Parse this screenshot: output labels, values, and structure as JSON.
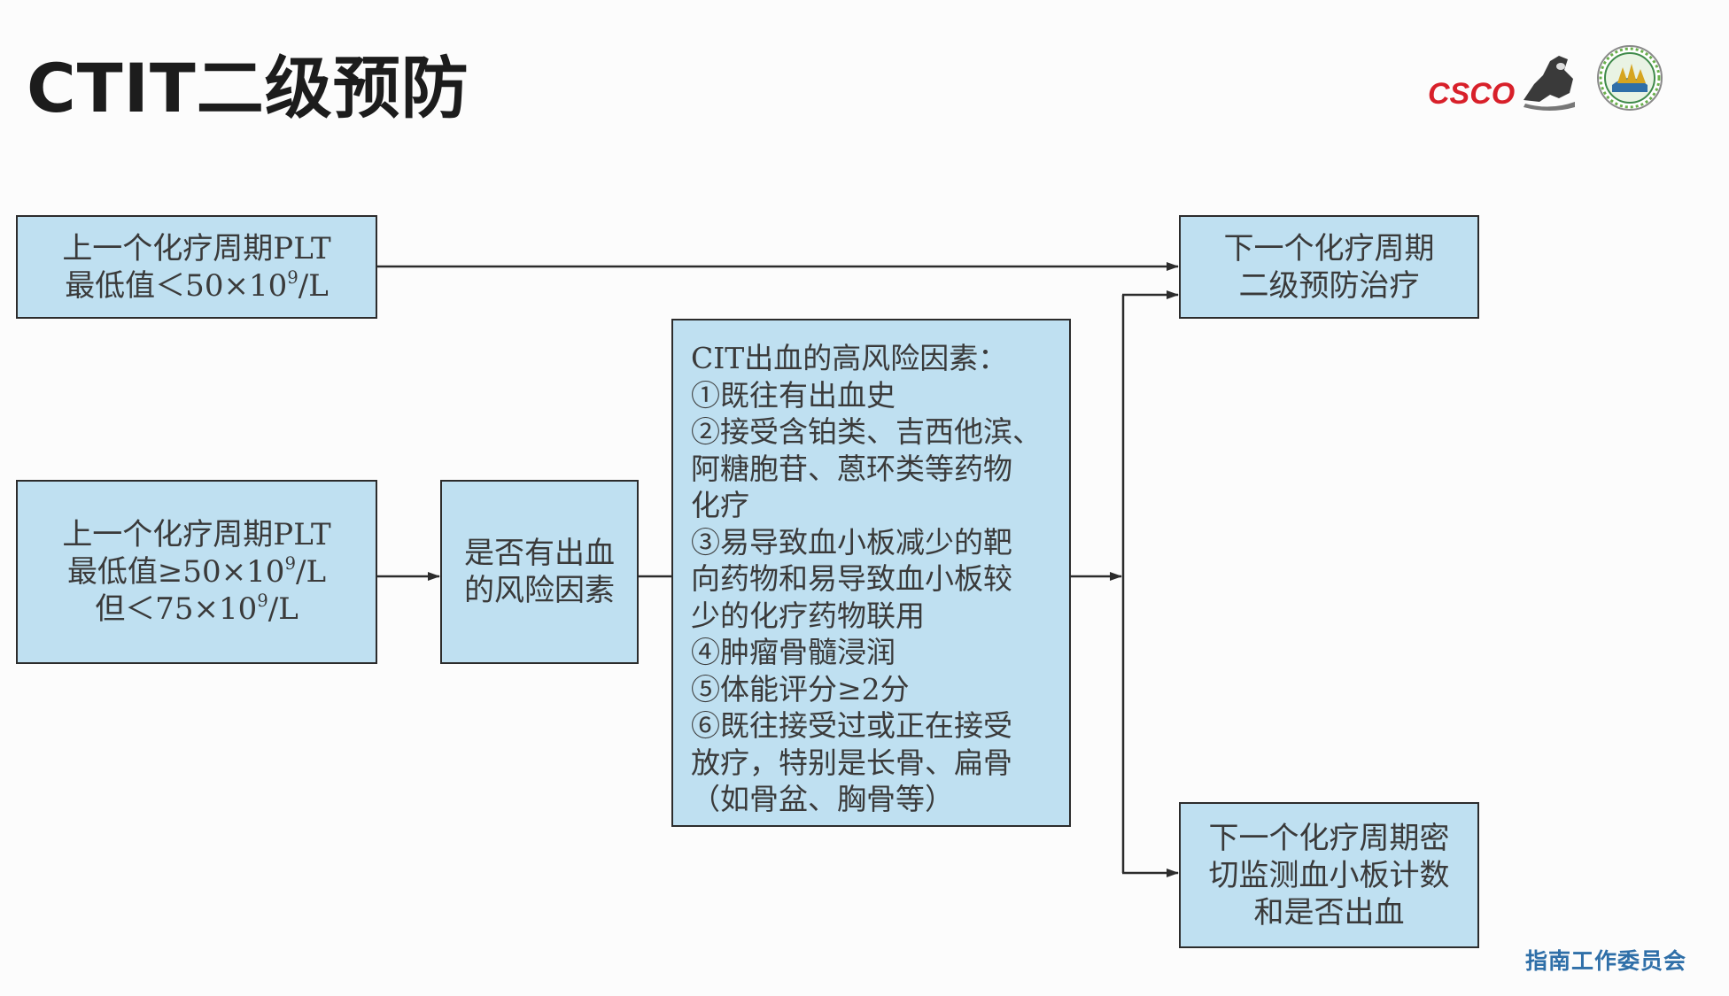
{
  "title": "CTIT二级预防",
  "logos": {
    "csco": "CSCO"
  },
  "footer": "指南工作委员会",
  "boxes": {
    "prev_low": {
      "lines": [
        "上一个化疗周期PLT",
        "最低值＜50×10",
        "9",
        "/L"
      ]
    },
    "prev_mid": {
      "lines": [
        "上一个化疗周期PLT",
        "最低值≥50×10",
        "9",
        "/L",
        "但＜75×10",
        "9",
        "/L"
      ]
    },
    "question": {
      "lines": [
        "是否有出血",
        "的风险因素"
      ]
    },
    "risk_factors": {
      "lines": [
        "CIT出血的高风险因素：",
        "①既往有出血史",
        "②接受含铂类、吉西他滨、",
        "阿糖胞苷、蒽环类等药物",
        "化疗",
        "③易导致血小板减少的靶",
        "向药物和易导致血小板较",
        "少的化疗药物联用",
        "④肿瘤骨髓浸润",
        "⑤体能评分≥2分",
        "⑥既往接受过或正在接受",
        "放疗，特别是长骨、扁骨",
        "（如骨盆、胸骨等）"
      ]
    },
    "next_prevention": {
      "lines": [
        "下一个化疗周期",
        "二级预防治疗"
      ]
    },
    "next_monitor": {
      "lines": [
        "下一个化疗周期密",
        "切监测血小板计数",
        "和是否出血"
      ]
    }
  },
  "colors": {
    "box_fill": "#bfe0f1",
    "box_border": "#2c2c2c",
    "text": "#3a3a3a",
    "footer": "#2f6fa8",
    "logo_red": "#d8202a"
  }
}
